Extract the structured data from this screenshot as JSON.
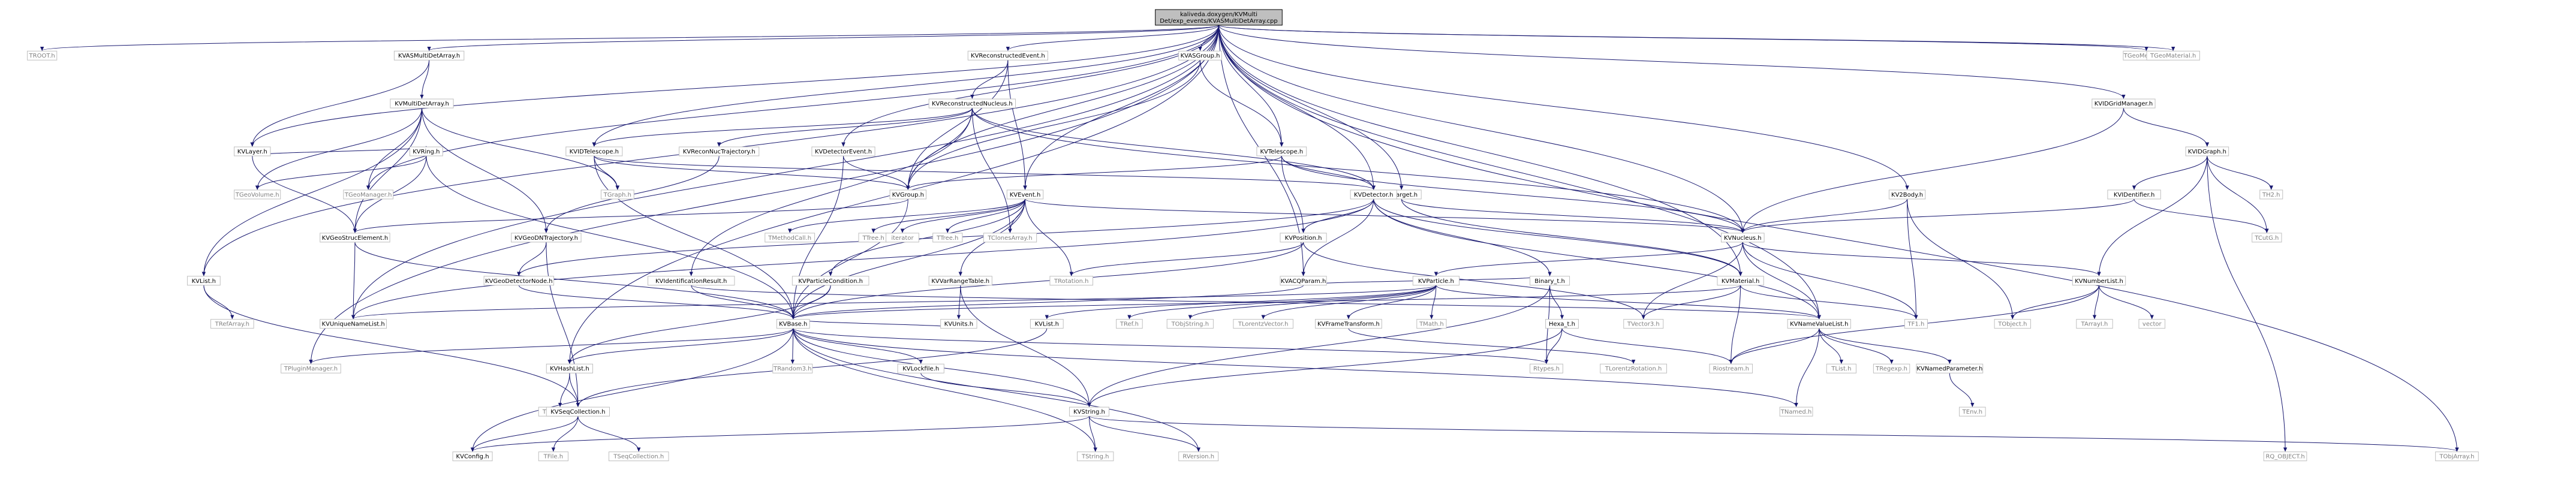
{
  "nodes": [
    {
      "id": "root",
      "lines": [
        "kaliveda.doxygen/KVMulti",
        "Det/exp_events/KVASMultiDetArray.cpp"
      ],
      "type": "root"
    },
    {
      "id": "troot",
      "lines": [
        "TROOT.h"
      ],
      "type": "grey"
    },
    {
      "id": "kvasmultidetarray_h",
      "lines": [
        "KVASMultiDetArray.h"
      ],
      "type": "file"
    },
    {
      "id": "kvreconstructedevent_h",
      "lines": [
        "KVReconstructedEvent.h"
      ],
      "type": "file"
    },
    {
      "id": "kvasgroup_h",
      "lines": [
        "KVASGroup.h"
      ],
      "type": "file"
    },
    {
      "id": "tgeomedium",
      "lines": [
        "TGeoMedium.h"
      ],
      "type": "grey"
    },
    {
      "id": "tgeomaterial",
      "lines": [
        "TGeoMaterial.h"
      ],
      "type": "grey"
    },
    {
      "id": "kvlayer_h",
      "lines": [
        "KVLayer.h"
      ],
      "type": "file"
    },
    {
      "id": "kvmultidetarray_h",
      "lines": [
        "KVMultiDetArray.h"
      ],
      "type": "file"
    },
    {
      "id": "kvreconstructednucleus_h",
      "lines": [
        "KVReconstructedNucleus.h"
      ],
      "type": "file"
    },
    {
      "id": "kvdgridmanager_h",
      "lines": [
        "KVIDGridManager.h"
      ],
      "type": "file"
    },
    {
      "id": "kvring_h",
      "lines": [
        "KVRing.h"
      ],
      "type": "file"
    },
    {
      "id": "kvidtelescope_h",
      "lines": [
        "KVIDTelescope.h"
      ],
      "type": "file"
    },
    {
      "id": "kvreconnuctrajectory_h",
      "lines": [
        "KVReconNucTrajectory.h"
      ],
      "type": "file"
    },
    {
      "id": "kvdetectorevent_h",
      "lines": [
        "KVDetectorEvent.h"
      ],
      "type": "file"
    },
    {
      "id": "kvtelescope_h",
      "lines": [
        "KVTelescope.h"
      ],
      "type": "file"
    },
    {
      "id": "kvtarget_h",
      "lines": [
        "KVTarget.h"
      ],
      "type": "file"
    },
    {
      "id": "kv2body_h",
      "lines": [
        "KV2Body.h"
      ],
      "type": "file"
    },
    {
      "id": "kvidgraph_h",
      "lines": [
        "KVIDGraph.h"
      ],
      "type": "file"
    },
    {
      "id": "tgeovolume",
      "lines": [
        "TGeoVolume.h"
      ],
      "type": "grey"
    },
    {
      "id": "tgeomanager",
      "lines": [
        "TGeoManager.h"
      ],
      "type": "grey"
    },
    {
      "id": "tgraph",
      "lines": [
        "TGraph.h"
      ],
      "type": "grey"
    },
    {
      "id": "kvgroup_h",
      "lines": [
        "KVGroup.h"
      ],
      "type": "file"
    },
    {
      "id": "kvevent_h",
      "lines": [
        "KVEvent.h"
      ],
      "type": "file"
    },
    {
      "id": "kvdetector_h",
      "lines": [
        "KVDetector.h"
      ],
      "type": "file"
    },
    {
      "id": "kvidentifier_h",
      "lines": [
        "KVIDentifier.h"
      ],
      "type": "file"
    },
    {
      "id": "th2",
      "lines": [
        "TH2.h"
      ],
      "type": "grey"
    },
    {
      "id": "kvgeostrucelement_h",
      "lines": [
        "KVGeoStrucElement.h"
      ],
      "type": "file"
    },
    {
      "id": "kvgeodntrajectory_h",
      "lines": [
        "KVGeoDNTrajectory.h"
      ],
      "type": "file"
    },
    {
      "id": "kvlist_h",
      "lines": [
        "KVList.h"
      ],
      "type": "file"
    },
    {
      "id": "tmethodcall",
      "lines": [
        "TMethodCall.h"
      ],
      "type": "grey"
    },
    {
      "id": "ttree",
      "lines": [
        "TTree.h"
      ],
      "type": "grey"
    },
    {
      "id": "iterator",
      "lines": [
        "iterator"
      ],
      "type": "grey"
    },
    {
      "id": "ttree2",
      "lines": [
        "TTree.h"
      ],
      "type": "grey"
    },
    {
      "id": "tclonesarray",
      "lines": [
        "TClonesArray.h"
      ],
      "type": "grey"
    },
    {
      "id": "kvposition_h",
      "lines": [
        "KVPosition.h"
      ],
      "type": "file"
    },
    {
      "id": "kvnucleus_h",
      "lines": [
        "KVNucleus.h"
      ],
      "type": "file"
    },
    {
      "id": "tcutg",
      "lines": [
        "TCutG.h"
      ],
      "type": "grey"
    },
    {
      "id": "kvgeodetectornode_h",
      "lines": [
        "KVGeoDetectorNode.h"
      ],
      "type": "file"
    },
    {
      "id": "kvidentificationresult_h",
      "lines": [
        "KVIdentificationResult.h"
      ],
      "type": "file"
    },
    {
      "id": "kvparticlecondition_h",
      "lines": [
        "KVParticleCondition.h"
      ],
      "type": "file"
    },
    {
      "id": "kvvarrangetable_h",
      "lines": [
        "KVVarRangeTable.h"
      ],
      "type": "file"
    },
    {
      "id": "kvacqparam_h",
      "lines": [
        "KVACQParam.h"
      ],
      "type": "file"
    },
    {
      "id": "trotation",
      "lines": [
        "TRotation.h"
      ],
      "type": "grey"
    },
    {
      "id": "kvparticle_h",
      "lines": [
        "KVParticle.h"
      ],
      "type": "file"
    },
    {
      "id": "binary_t_h",
      "lines": [
        "Binary_t.h"
      ],
      "type": "file"
    },
    {
      "id": "kvmaterial_h",
      "lines": [
        "KVMaterial.h"
      ],
      "type": "file"
    },
    {
      "id": "kvnumberlist_h",
      "lines": [
        "KVNumberList.h"
      ],
      "type": "file"
    },
    {
      "id": "trefarray",
      "lines": [
        "TRefArray.h"
      ],
      "type": "grey"
    },
    {
      "id": "kvuniquenamelist_h",
      "lines": [
        "KVUniqueNameList.h"
      ],
      "type": "file"
    },
    {
      "id": "kvbase_h",
      "lines": [
        "KVBase.h"
      ],
      "type": "file"
    },
    {
      "id": "kvunits_h",
      "lines": [
        "KVUnits.h"
      ],
      "type": "file"
    },
    {
      "id": "kvlist2_h",
      "lines": [
        "KVList.h"
      ],
      "type": "file"
    },
    {
      "id": "tref",
      "lines": [
        "TRef.h"
      ],
      "type": "grey"
    },
    {
      "id": "tobjstring",
      "lines": [
        "TObjString.h"
      ],
      "type": "grey"
    },
    {
      "id": "tlorentzvector",
      "lines": [
        "TLorentzVector.h"
      ],
      "type": "grey"
    },
    {
      "id": "kvframetransform_h",
      "lines": [
        "KVFrameTransform.h"
      ],
      "type": "file"
    },
    {
      "id": "tmath",
      "lines": [
        "TMath.h"
      ],
      "type": "grey"
    },
    {
      "id": "hexa_t_h",
      "lines": [
        "Hexa_t.h"
      ],
      "type": "file"
    },
    {
      "id": "tvector3",
      "lines": [
        "TVector3.h"
      ],
      "type": "grey"
    },
    {
      "id": "kvnamevaluelist_h",
      "lines": [
        "KVNameValueList.h"
      ],
      "type": "file"
    },
    {
      "id": "tf1",
      "lines": [
        "TF1.h"
      ],
      "type": "grey"
    },
    {
      "id": "tobject",
      "lines": [
        "TObject.h"
      ],
      "type": "grey"
    },
    {
      "id": "tarray1",
      "lines": [
        "TArrayI.h"
      ],
      "type": "grey"
    },
    {
      "id": "vector",
      "lines": [
        "vector"
      ],
      "type": "grey"
    },
    {
      "id": "tpluginmanager",
      "lines": [
        "TPluginManager.h"
      ],
      "type": "grey"
    },
    {
      "id": "kvhashlist_h",
      "lines": [
        "KVHashList.h"
      ],
      "type": "file"
    },
    {
      "id": "trandom",
      "lines": [
        "TRandom3.h"
      ],
      "type": "grey"
    },
    {
      "id": "kvlockfile_h",
      "lines": [
        "KVLockfile.h"
      ],
      "type": "file"
    },
    {
      "id": "rtypes",
      "lines": [
        "Rtypes.h"
      ],
      "type": "grey"
    },
    {
      "id": "tlorentzrotation",
      "lines": [
        "TLorentzRotation.h"
      ],
      "type": "grey"
    },
    {
      "id": "riostream",
      "lines": [
        "Riostream.h"
      ],
      "type": "grey"
    },
    {
      "id": "tlist",
      "lines": [
        "TList.h"
      ],
      "type": "grey"
    },
    {
      "id": "tregexp",
      "lines": [
        "TRegexp.h"
      ],
      "type": "grey"
    },
    {
      "id": "kvnamedparameter_h",
      "lines": [
        "KVNamedParameter.h"
      ],
      "type": "file"
    },
    {
      "id": "thashlist",
      "lines": [
        "THashList.h"
      ],
      "type": "grey"
    },
    {
      "id": "kvseqcollection_h",
      "lines": [
        "KVSeqCollection.h"
      ],
      "type": "file"
    },
    {
      "id": "tnamed",
      "lines": [
        "TNamed.h"
      ],
      "type": "grey"
    },
    {
      "id": "tenv",
      "lines": [
        "TEnv.h"
      ],
      "type": "grey"
    },
    {
      "id": "kvstring_h",
      "lines": [
        "KVString.h"
      ],
      "type": "file"
    },
    {
      "id": "kvconfig_h",
      "lines": [
        "KVConfig.h"
      ],
      "type": "file"
    },
    {
      "id": "tfile",
      "lines": [
        "TFile.h"
      ],
      "type": "grey"
    },
    {
      "id": "tseqcollection",
      "lines": [
        "TSeqCollection.h"
      ],
      "type": "grey"
    },
    {
      "id": "tstring",
      "lines": [
        "TString.h"
      ],
      "type": "grey"
    },
    {
      "id": "rversion",
      "lines": [
        "RVersion.h"
      ],
      "type": "grey"
    },
    {
      "id": "rq_object",
      "lines": [
        "RQ_OBJECT.h"
      ],
      "type": "grey"
    },
    {
      "id": "tobjarray",
      "lines": [
        "TObjArray.h"
      ],
      "type": "grey"
    }
  ],
  "edges": [
    [
      "root",
      "troot"
    ],
    [
      "root",
      "kvasmultidetarray_h"
    ],
    [
      "root",
      "kvreconstructedevent_h"
    ],
    [
      "root",
      "kvasgroup_h"
    ],
    [
      "root",
      "tgeomedium"
    ],
    [
      "root",
      "tgeomaterial"
    ],
    [
      "root",
      "kvlayer_h"
    ],
    [
      "root",
      "kvdgridmanager_h"
    ],
    [
      "root",
      "kvidtelescope_h"
    ],
    [
      "root",
      "kvdetectorevent_h"
    ],
    [
      "root",
      "kvtelescope_h"
    ],
    [
      "root",
      "kvtarget_h"
    ],
    [
      "root",
      "kv2body_h"
    ],
    [
      "root",
      "tgeomanager"
    ],
    [
      "root",
      "kvlist_h"
    ],
    [
      "root",
      "kvuniquenamelist_h"
    ],
    [
      "root",
      "tpluginmanager"
    ],
    [
      "root",
      "kvhashlist_h"
    ],
    [
      "root",
      "kvdetector_h"
    ],
    [
      "root",
      "kvnucleus_h"
    ],
    [
      "root",
      "kvevent_h"
    ],
    [
      "root",
      "kvmaterial_h"
    ],
    [
      "root",
      "kvnamevaluelist_h"
    ],
    [
      "root",
      "tobjarray"
    ],
    [
      "root",
      "kvacqparam_h"
    ],
    [
      "root",
      "kvgroup_h"
    ],
    [
      "kvasmultidetarray_h",
      "kvlayer_h"
    ],
    [
      "kvasmultidetarray_h",
      "kvmultidetarray_h"
    ],
    [
      "kvreconstructedevent_h",
      "kvreconstructednucleus_h"
    ],
    [
      "kvreconstructedevent_h",
      "kvevent_h"
    ],
    [
      "kvreconstructedevent_h",
      "kvgroup_h"
    ],
    [
      "kvasgroup_h",
      "kvtelescope_h"
    ],
    [
      "kvasgroup_h",
      "kvgroup_h"
    ],
    [
      "kvlayer_h",
      "kvring_h"
    ],
    [
      "kvlayer_h",
      "kvgeostrucelement_h"
    ],
    [
      "kvmultidetarray_h",
      "tgeovolume"
    ],
    [
      "kvmultidetarray_h",
      "tgeomanager"
    ],
    [
      "kvmultidetarray_h",
      "tgraph"
    ],
    [
      "kvmultidetarray_h",
      "kvgeodntrajectory_h"
    ],
    [
      "kvmultidetarray_h",
      "kvgeostrucelement_h"
    ],
    [
      "kvmultidetarray_h",
      "kvlist_h"
    ],
    [
      "kvreconstructednucleus_h",
      "kvidtelescope_h"
    ],
    [
      "kvreconstructednucleus_h",
      "kvreconnuctrajectory_h"
    ],
    [
      "kvreconstructednucleus_h",
      "kvnucleus_h"
    ],
    [
      "kvreconstructednucleus_h",
      "kvgroup_h"
    ],
    [
      "kvreconstructednucleus_h",
      "kvdetector_h"
    ],
    [
      "kvreconstructednucleus_h",
      "kvidentificationresult_h"
    ],
    [
      "kvreconstructednucleus_h",
      "tclonesarray"
    ],
    [
      "kvdgridmanager_h",
      "kvidgraph_h"
    ],
    [
      "kvdgridmanager_h",
      "kvnucleus_h"
    ],
    [
      "kvring_h",
      "tgeovolume"
    ],
    [
      "kvring_h",
      "kvgeostrucelement_h"
    ],
    [
      "kvring_h",
      "kvbase_h"
    ],
    [
      "kvidtelescope_h",
      "tgraph"
    ],
    [
      "kvidtelescope_h",
      "kvgroup_h"
    ],
    [
      "kvidtelescope_h",
      "kvdetector_h"
    ],
    [
      "kvidtelescope_h",
      "kvbase_h"
    ],
    [
      "kvreconnuctrajectory_h",
      "kvgeodntrajectory_h"
    ],
    [
      "kvdetectorevent_h",
      "kvgroup_h"
    ],
    [
      "kvdetectorevent_h",
      "kvbase_h"
    ],
    [
      "kvtelescope_h",
      "kvdetector_h"
    ],
    [
      "kvtelescope_h",
      "kvposition_h"
    ],
    [
      "kvtelescope_h",
      "kvgroup_h"
    ],
    [
      "kvtelescope_h",
      "kvnucleus_h"
    ],
    [
      "kvtarget_h",
      "kvnucleus_h"
    ],
    [
      "kvtarget_h",
      "kvmaterial_h"
    ],
    [
      "kv2body_h",
      "kvnucleus_h"
    ],
    [
      "kv2body_h",
      "tf1"
    ],
    [
      "kv2body_h",
      "tobject"
    ],
    [
      "kvidgraph_h",
      "kvidentifier_h"
    ],
    [
      "kvidgraph_h",
      "th2"
    ],
    [
      "kvidgraph_h",
      "tcutg"
    ],
    [
      "kvidgraph_h",
      "kvnumberlist_h"
    ],
    [
      "kvidgraph_h",
      "rq_object"
    ],
    [
      "kvgroup_h",
      "kvgeostrucelement_h"
    ],
    [
      "kvgroup_h",
      "kvbase_h"
    ],
    [
      "kvevent_h",
      "tmethodcall"
    ],
    [
      "kvevent_h",
      "ttree"
    ],
    [
      "kvevent_h",
      "iterator"
    ],
    [
      "kvevent_h",
      "ttree2"
    ],
    [
      "kvevent_h",
      "tclonesarray"
    ],
    [
      "kvevent_h",
      "kvparticlecondition_h"
    ],
    [
      "kvevent_h",
      "kvnucleus_h"
    ],
    [
      "kvevent_h",
      "trotation"
    ],
    [
      "kvevent_h",
      "kvvarrangetable_h"
    ],
    [
      "kvevent_h",
      "kvbase_h"
    ],
    [
      "kvdetector_h",
      "kvmaterial_h"
    ],
    [
      "kvdetector_h",
      "kvposition_h"
    ],
    [
      "kvdetector_h",
      "kvacqparam_h"
    ],
    [
      "kvdetector_h",
      "kvgeodetectornode_h"
    ],
    [
      "kvdetector_h",
      "kvuniquenamelist_h"
    ],
    [
      "kvdetector_h",
      "binary_t_h"
    ],
    [
      "kvdetector_h",
      "kvnamevaluelist_h"
    ],
    [
      "kvidentifier_h",
      "tcutg"
    ],
    [
      "kvidentifier_h",
      "kvnucleus_h"
    ],
    [
      "kvgeostrucelement_h",
      "kvbase_h"
    ],
    [
      "kvgeostrucelement_h",
      "kvuniquenamelist_h"
    ],
    [
      "kvgeodntrajectory_h",
      "kvgeodetectornode_h"
    ],
    [
      "kvgeodntrajectory_h",
      "kvseqcollection_h"
    ],
    [
      "kvlist_h",
      "trefarray"
    ],
    [
      "kvlist_h",
      "kvseqcollection_h"
    ],
    [
      "kvposition_h",
      "trotation"
    ],
    [
      "kvposition_h",
      "tvector3"
    ],
    [
      "kvposition_h",
      "kvbase_h"
    ],
    [
      "kvnucleus_h",
      "kvparticle_h"
    ],
    [
      "kvnucleus_h",
      "kvnumberlist_h"
    ],
    [
      "kvnucleus_h",
      "tvector3"
    ],
    [
      "kvnucleus_h",
      "kvnamevaluelist_h"
    ],
    [
      "kvnucleus_h",
      "tf1"
    ],
    [
      "kvgeodetectornode_h",
      "kvbase_h"
    ],
    [
      "kvidentificationresult_h",
      "kvbase_h"
    ],
    [
      "kvidentificationresult_h",
      "kvnamevaluelist_h"
    ],
    [
      "kvparticlecondition_h",
      "kvbase_h"
    ],
    [
      "kvparticlecondition_h",
      "kvhashlist_h"
    ],
    [
      "kvvarrangetable_h",
      "kvunits_h"
    ],
    [
      "kvvarrangetable_h",
      "kvstring_h"
    ],
    [
      "kvacqparam_h",
      "kvbase_h"
    ],
    [
      "kvacqparam_h",
      "binary_t_h"
    ],
    [
      "kvparticle_h",
      "tref"
    ],
    [
      "kvparticle_h",
      "tobjstring"
    ],
    [
      "kvparticle_h",
      "tlorentzvector"
    ],
    [
      "kvparticle_h",
      "kvframetransform_h"
    ],
    [
      "kvparticle_h",
      "tmath"
    ],
    [
      "kvparticle_h",
      "kvlist2_h"
    ],
    [
      "kvparticle_h",
      "kvuniquenamelist_h"
    ],
    [
      "kvparticle_h",
      "kvnamevaluelist_h"
    ],
    [
      "binary_t_h",
      "hexa_t_h"
    ],
    [
      "binary_t_h",
      "rtypes"
    ],
    [
      "binary_t_h",
      "kvstring_h"
    ],
    [
      "kvmaterial_h",
      "tvector3"
    ],
    [
      "kvmaterial_h",
      "tf1"
    ],
    [
      "kvmaterial_h",
      "riostream"
    ],
    [
      "kvmaterial_h",
      "kvbase_h"
    ],
    [
      "kvnumberlist_h",
      "tobject"
    ],
    [
      "kvnumberlist_h",
      "tarray1"
    ],
    [
      "kvnumberlist_h",
      "vector"
    ],
    [
      "kvnumberlist_h",
      "riostream"
    ],
    [
      "kvbase_h",
      "tpluginmanager"
    ],
    [
      "kvbase_h",
      "kvhashlist_h"
    ],
    [
      "kvbase_h",
      "trandom"
    ],
    [
      "kvbase_h",
      "kvlockfile_h"
    ],
    [
      "kvbase_h",
      "kvconfig_h"
    ],
    [
      "kvbase_h",
      "rversion"
    ],
    [
      "kvbase_h",
      "tstring"
    ],
    [
      "kvbase_h",
      "tnamed"
    ],
    [
      "kvbase_h",
      "rtypes"
    ],
    [
      "kvbase_h",
      "kvstring_h"
    ],
    [
      "kvunits_h",
      "kvbase_h"
    ],
    [
      "kvlist2_h",
      "kvseqcollection_h"
    ],
    [
      "kvframetransform_h",
      "tlorentzrotation"
    ],
    [
      "hexa_t_h",
      "rtypes"
    ],
    [
      "hexa_t_h",
      "riostream"
    ],
    [
      "hexa_t_h",
      "kvstring_h"
    ],
    [
      "kvnamevaluelist_h",
      "kvnamedparameter_h"
    ],
    [
      "kvnamevaluelist_h",
      "tregexp"
    ],
    [
      "kvnamevaluelist_h",
      "tnamed"
    ],
    [
      "kvnamevaluelist_h",
      "riostream"
    ],
    [
      "kvnamevaluelist_h",
      "tlist"
    ],
    [
      "kvnamedparameter_h",
      "tenv"
    ],
    [
      "kvhashlist_h",
      "thashlist"
    ],
    [
      "kvhashlist_h",
      "kvseqcollection_h"
    ],
    [
      "kvlockfile_h",
      "kvstring_h"
    ],
    [
      "kvseqcollection_h",
      "tseqcollection"
    ],
    [
      "kvseqcollection_h",
      "tfile"
    ],
    [
      "kvseqcollection_h",
      "kvconfig_h"
    ],
    [
      "kvstring_h",
      "tstring"
    ],
    [
      "kvstring_h",
      "rversion"
    ],
    [
      "kvstring_h",
      "tobjarray"
    ],
    [
      "kvstring_h",
      "kvconfig_h"
    ]
  ]
}
